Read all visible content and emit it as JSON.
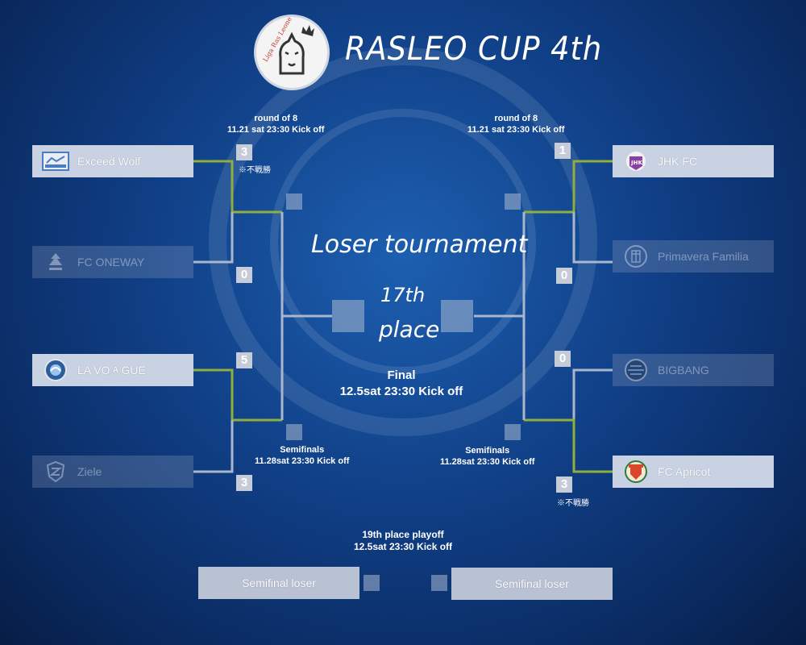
{
  "header": {
    "title": "RASLEO CUP 4th",
    "logo_text": "Liga Ras Leone"
  },
  "left_round_of_8": {
    "line1": "round of 8",
    "line2": "11.21 sat 23:30 Kick off"
  },
  "right_round_of_8": {
    "line1": "round of 8",
    "line2": "11.21 sat 23:30 Kick off"
  },
  "teams": {
    "exceed_wolf": {
      "name": "Exceed Wolf",
      "score": "3",
      "note": "※不戦勝"
    },
    "fc_oneway": {
      "name": "FC ONEWAY",
      "score": "0"
    },
    "la_vogue": {
      "name": "LA VOⒶGUE",
      "score": "5"
    },
    "ziele": {
      "name": "Ziele",
      "score": "3"
    },
    "jhk_fc": {
      "name": "JHK FC",
      "score": "1"
    },
    "primavera": {
      "name": "Primavera Familia",
      "score": "0"
    },
    "bigbang": {
      "name": "BIGBANG",
      "score": "0"
    },
    "fc_apricot": {
      "name": "FC Apricot",
      "score": "3",
      "note": "※不戦勝"
    }
  },
  "center": {
    "loser_tournament": "Loser tournament",
    "place_line1": "17th",
    "place_line2": "place",
    "final_label": "Final",
    "final_time": "12.5sat 23:30 Kick off"
  },
  "left_semifinal": {
    "line1": "Semifinals",
    "line2": "11.28sat 23:30 Kick off"
  },
  "right_semifinal": {
    "line1": "Semifinals",
    "line2": "11.28sat 23:30 Kick off"
  },
  "playoff": {
    "line1": "19th place playoff",
    "line2": "12.5sat 23:30 Kick off",
    "left_box": "Semifinal loser",
    "right_box": "Semifinal loser"
  },
  "colors": {
    "winner_line": "#8fae3c",
    "bracket_line": "#aab6cc"
  }
}
